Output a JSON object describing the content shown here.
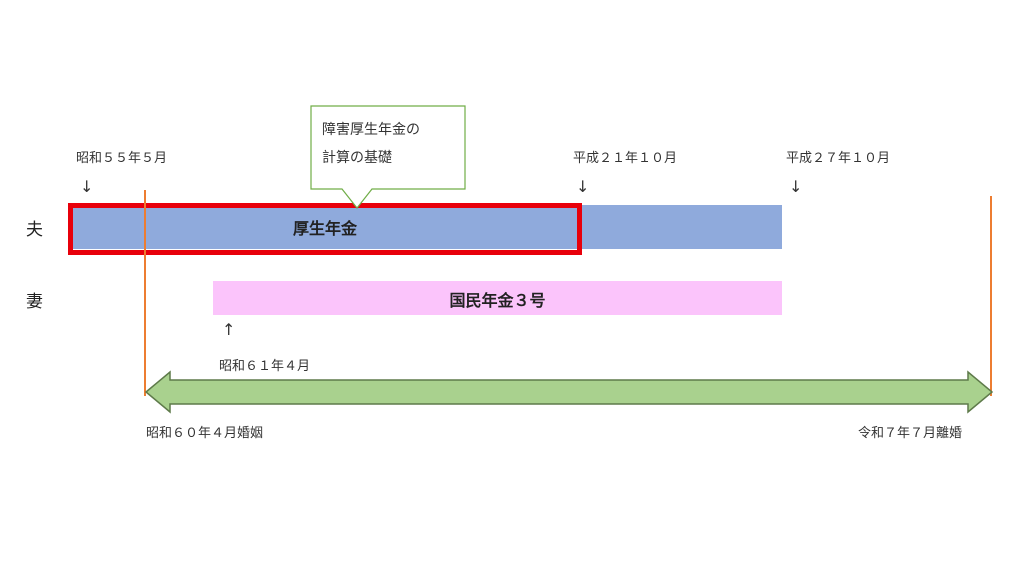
{
  "persons": {
    "husband": "夫",
    "wife": "妻"
  },
  "markers": {
    "s55": "昭和５５年５月",
    "h21": "平成２１年１０月",
    "h27": "平成２７年１０月",
    "s61": "昭和６１年４月",
    "marriage": "昭和６０年４月婚姻",
    "divorce": "令和７年７月離婚"
  },
  "arrows": {
    "down": "↓",
    "up": "↑"
  },
  "bars": {
    "kosei": "厚生年金",
    "kokumin3": "国民年金３号"
  },
  "callout": {
    "line1": "障害厚生年金の",
    "line2": "計算の基礎"
  },
  "colors": {
    "kosei_bar": "#8faadc",
    "kokumin_bar": "#fbc4fb",
    "highlight_border": "#e8000b",
    "marriage_arrow_fill": "#a9d18e",
    "marriage_arrow_stroke": "#5e7a4a",
    "vertical_line": "#ed7d31",
    "callout_border": "#70ad47"
  }
}
